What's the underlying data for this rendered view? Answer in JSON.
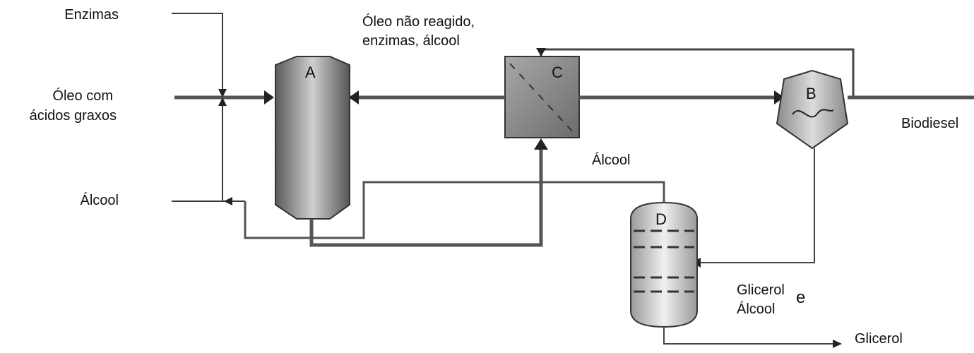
{
  "labels": {
    "enzimas": "Enzimas",
    "oleo_line1": "Óleo com",
    "oleo_line2": "ácidos graxos",
    "alcool_in": "Álcool",
    "oleo_nao_reagido_line1": "Óleo não reagido,",
    "oleo_nao_reagido_line2": "enzimas, álcool",
    "alcool_mid": "Álcool",
    "biodiesel": "Biodiesel",
    "glicerol_alcool_line1": "Glicerol",
    "glicerol_alcool_e": "e",
    "glicerol_alcool_line2": "Álcool",
    "glicerol_out": "Glicerol"
  },
  "equipment": {
    "a": "A",
    "b": "B",
    "c": "C",
    "d": "D"
  },
  "colors": {
    "line": "#4d4d4d",
    "thin_line": "#3a3a3a",
    "vessel_dark": "#5e5e5e",
    "vessel_light": "#c9c9c9",
    "sep_light": "#e0e0e0",
    "filter_fill": "#8f8f8f"
  }
}
